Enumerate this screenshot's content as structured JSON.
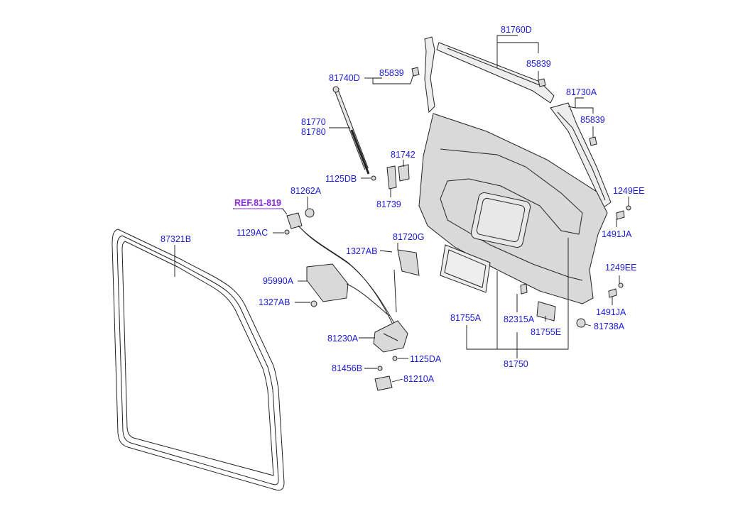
{
  "diagram": {
    "reference": "REF.81-819",
    "labels": {
      "p81760D": "81760D",
      "p85839_top": "85839",
      "p81740D": "81740D",
      "p85839_left": "85839",
      "p81730A": "81730A",
      "p85839_right": "85839",
      "p81770": "81770",
      "p81780": "81780",
      "p81742": "81742",
      "p1125DB": "1125DB",
      "p1249EE_top": "1249EE",
      "p81262A": "81262A",
      "p81739": "81739",
      "p1491JA_top": "1491JA",
      "p1129AC": "1129AC",
      "p87321B": "87321B",
      "p81720G": "81720G",
      "p1327AB_top": "1327AB",
      "p1249EE_bot": "1249EE",
      "p95990A": "95990A",
      "p1327AB_bot": "1327AB",
      "p81755A": "81755A",
      "p82315A": "82315A",
      "p1491JA_bot": "1491JA",
      "p81738A": "81738A",
      "p81755E": "81755E",
      "p81230A": "81230A",
      "p1125DA": "1125DA",
      "p81750": "81750",
      "p81456B": "81456B",
      "p81210A": "81210A"
    }
  }
}
